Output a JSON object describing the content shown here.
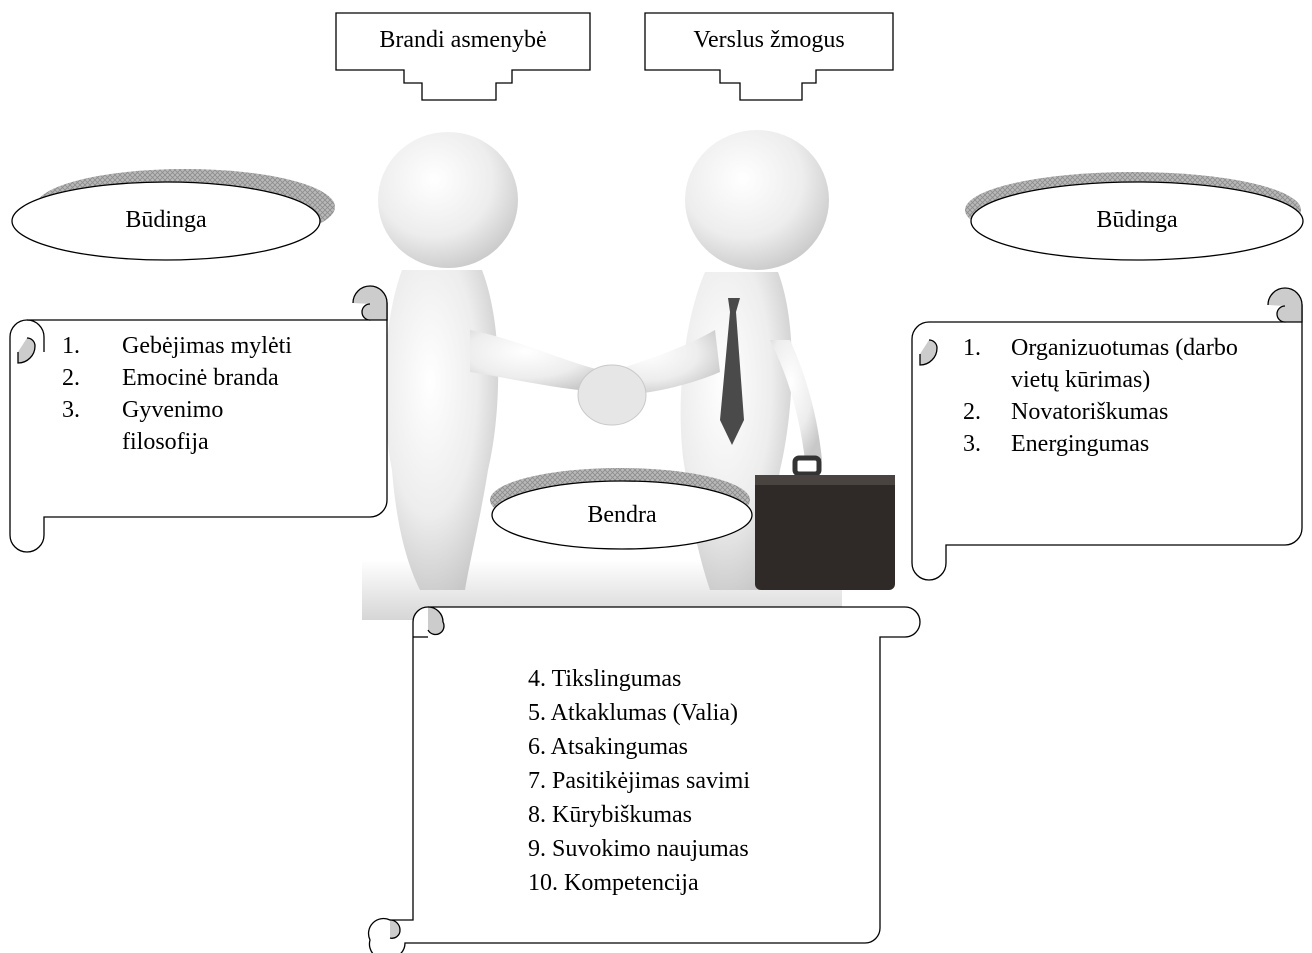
{
  "callouts": {
    "left": "Brandi asmenybė",
    "right": "Verslus žmogus"
  },
  "ellipses": {
    "left": "Būdinga",
    "right": "Būdinga",
    "center": "Bendra"
  },
  "left_list": [
    {
      "num": "1.",
      "label": "Gebėjimas mylėti"
    },
    {
      "num": "2.",
      "label": "Emocinė branda"
    },
    {
      "num": "3.",
      "label": "Gyvenimo filosofija"
    }
  ],
  "right_list": [
    {
      "num": "1.",
      "label": "Organizuotumas (darbo vietų kūrimas)"
    },
    {
      "num": "2.",
      "label": "Novatoriškumas"
    },
    {
      "num": "3.",
      "label": "Energingumas"
    }
  ],
  "common_list": [
    "4. Tikslingumas",
    "5. Atkaklumas  (Valia)",
    "6. Atsakingumas",
    "7. Pasitikėjimas savimi",
    "8. Kūrybiškumas",
    "9. Suvokimo naujumas",
    "10. Kompetencija"
  ],
  "image": {
    "icon": "handshake-figures-icon"
  }
}
